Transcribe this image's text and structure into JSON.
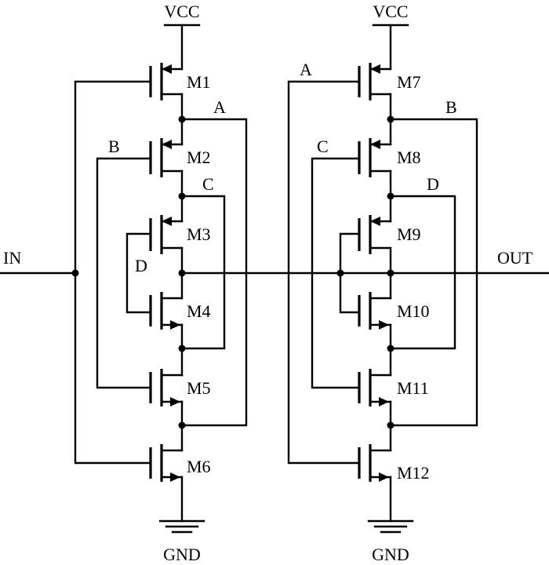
{
  "supply": {
    "vcc": "VCC",
    "gnd": "GND"
  },
  "ports": {
    "input": "IN",
    "output": "OUT"
  },
  "nets": {
    "a": "A",
    "b": "B",
    "c": "C",
    "d": "D"
  },
  "transistors": {
    "m1": "M1",
    "m2": "M2",
    "m3": "M3",
    "m4": "M4",
    "m5": "M5",
    "m6": "M6",
    "m7": "M7",
    "m8": "M8",
    "m9": "M9",
    "m10": "M10",
    "m11": "M11",
    "m12": "M12"
  }
}
